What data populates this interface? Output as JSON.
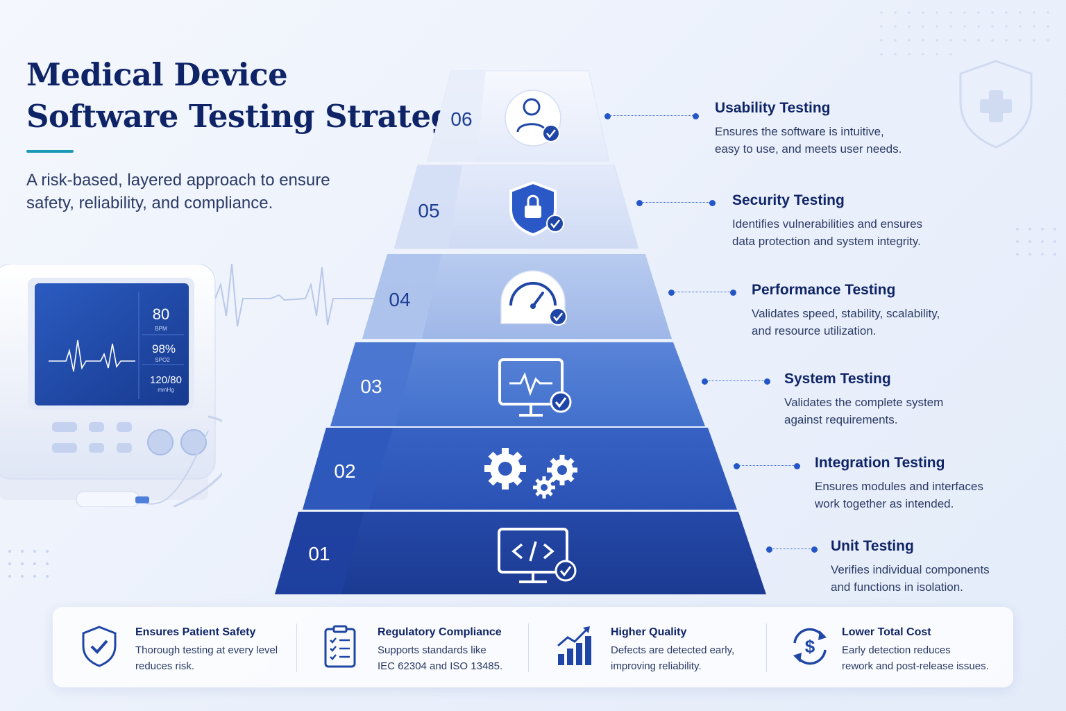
{
  "header": {
    "title_line1": "Medical Device",
    "title_line2": "Software Testing Strategy",
    "subtitle_line1": "A risk-based, layered approach to ensure",
    "subtitle_line2": "safety, reliability, and compliance."
  },
  "monitor": {
    "heart_rate": "80",
    "heart_rate_unit": "BPM",
    "spo2": "98%",
    "spo2_unit": "SPO2",
    "blood_pressure": "120/80",
    "blood_pressure_unit": "mmHg"
  },
  "layers": [
    {
      "number": "06",
      "title": "Usability Testing",
      "desc_line1": "Ensures the software is intuitive,",
      "desc_line2": "easy to use, and meets user needs.",
      "icon": "user-check-icon"
    },
    {
      "number": "05",
      "title": "Security Testing",
      "desc_line1": "Identifies vulnerabilities and ensures",
      "desc_line2": "data protection and system integrity.",
      "icon": "shield-lock-icon"
    },
    {
      "number": "04",
      "title": "Performance Testing",
      "desc_line1": "Validates speed, stability, scalability,",
      "desc_line2": "and resource utilization.",
      "icon": "gauge-icon"
    },
    {
      "number": "03",
      "title": "System Testing",
      "desc_line1": "Validates the complete system",
      "desc_line2": "against requirements.",
      "icon": "monitor-pulse-icon"
    },
    {
      "number": "02",
      "title": "Integration Testing",
      "desc_line1": "Ensures modules and interfaces",
      "desc_line2": "work together as intended.",
      "icon": "gears-icon"
    },
    {
      "number": "01",
      "title": "Unit Testing",
      "desc_line1": "Verifies individual components",
      "desc_line2": "and functions in isolation.",
      "icon": "code-monitor-icon"
    }
  ],
  "benefits": [
    {
      "title": "Ensures Patient Safety",
      "desc_line1": "Thorough testing at every level",
      "desc_line2": "reduces risk.",
      "icon": "shield-check-icon"
    },
    {
      "title": "Regulatory Compliance",
      "desc_line1": "Supports standards like",
      "desc_line2": "IEC 62304 and ISO 13485.",
      "icon": "checklist-icon"
    },
    {
      "title": "Higher Quality",
      "desc_line1": "Defects are detected early,",
      "desc_line2": "improving reliability.",
      "icon": "growth-chart-icon"
    },
    {
      "title": "Lower Total Cost",
      "desc_line1": "Early detection reduces",
      "desc_line2": "rework and post-release issues.",
      "icon": "dollar-cycle-icon"
    }
  ],
  "colors": {
    "navy": "#0f2466",
    "accent_teal": "#1a9bb5",
    "layer_01": "#1f46a6",
    "layer_06": "#eef2fc"
  }
}
